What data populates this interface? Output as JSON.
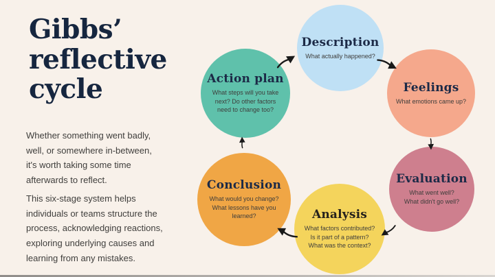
{
  "page": {
    "title": "Gibbs’ reflective cycle",
    "title_display": "Gibbs’\nreflective\ncycle",
    "intro_paragraph_1": "Whether something went badly,\nwell, or somewhere in-between,\nit's worth taking some time\nafterwards to reflect.",
    "intro_paragraph_2": "This six-stage system helps\nindividuals or teams structure the\nprocess, acknowledging reactions,\nexploring underlying causes and\nlearning from any mistakes."
  },
  "cycle": {
    "stages": [
      {
        "id": "description",
        "label": "Description",
        "question": "What actually happened?",
        "color": "#bfe0f5"
      },
      {
        "id": "feelings",
        "label": "Feelings",
        "question": "What emotions came up?",
        "color": "#f5a88c"
      },
      {
        "id": "evaluation",
        "label": "Evaluation",
        "question": "What went well?\nWhat didn't go well?",
        "color": "#ce7f8e"
      },
      {
        "id": "analysis",
        "label": "Analysis",
        "question": "What factors contributed?\nIs it part of a pattern?\nWhat was the context?",
        "color": "#f4d45c"
      },
      {
        "id": "conclusion",
        "label": "Conclusion",
        "question": "What would you change?\nWhat lessons have you\nlearned?",
        "color": "#f0a645"
      },
      {
        "id": "action_plan",
        "label": "Action plan",
        "question": "What steps will you take\nnext? Do other factors\nneed to change too?",
        "color": "#5fc1ab"
      }
    ]
  },
  "colors": {
    "background": "#f8f1ea",
    "heading_text": "#16263f",
    "body_text": "#3f3e3c",
    "stage_title_text": "#1c2a47",
    "arrow": "#191919"
  }
}
